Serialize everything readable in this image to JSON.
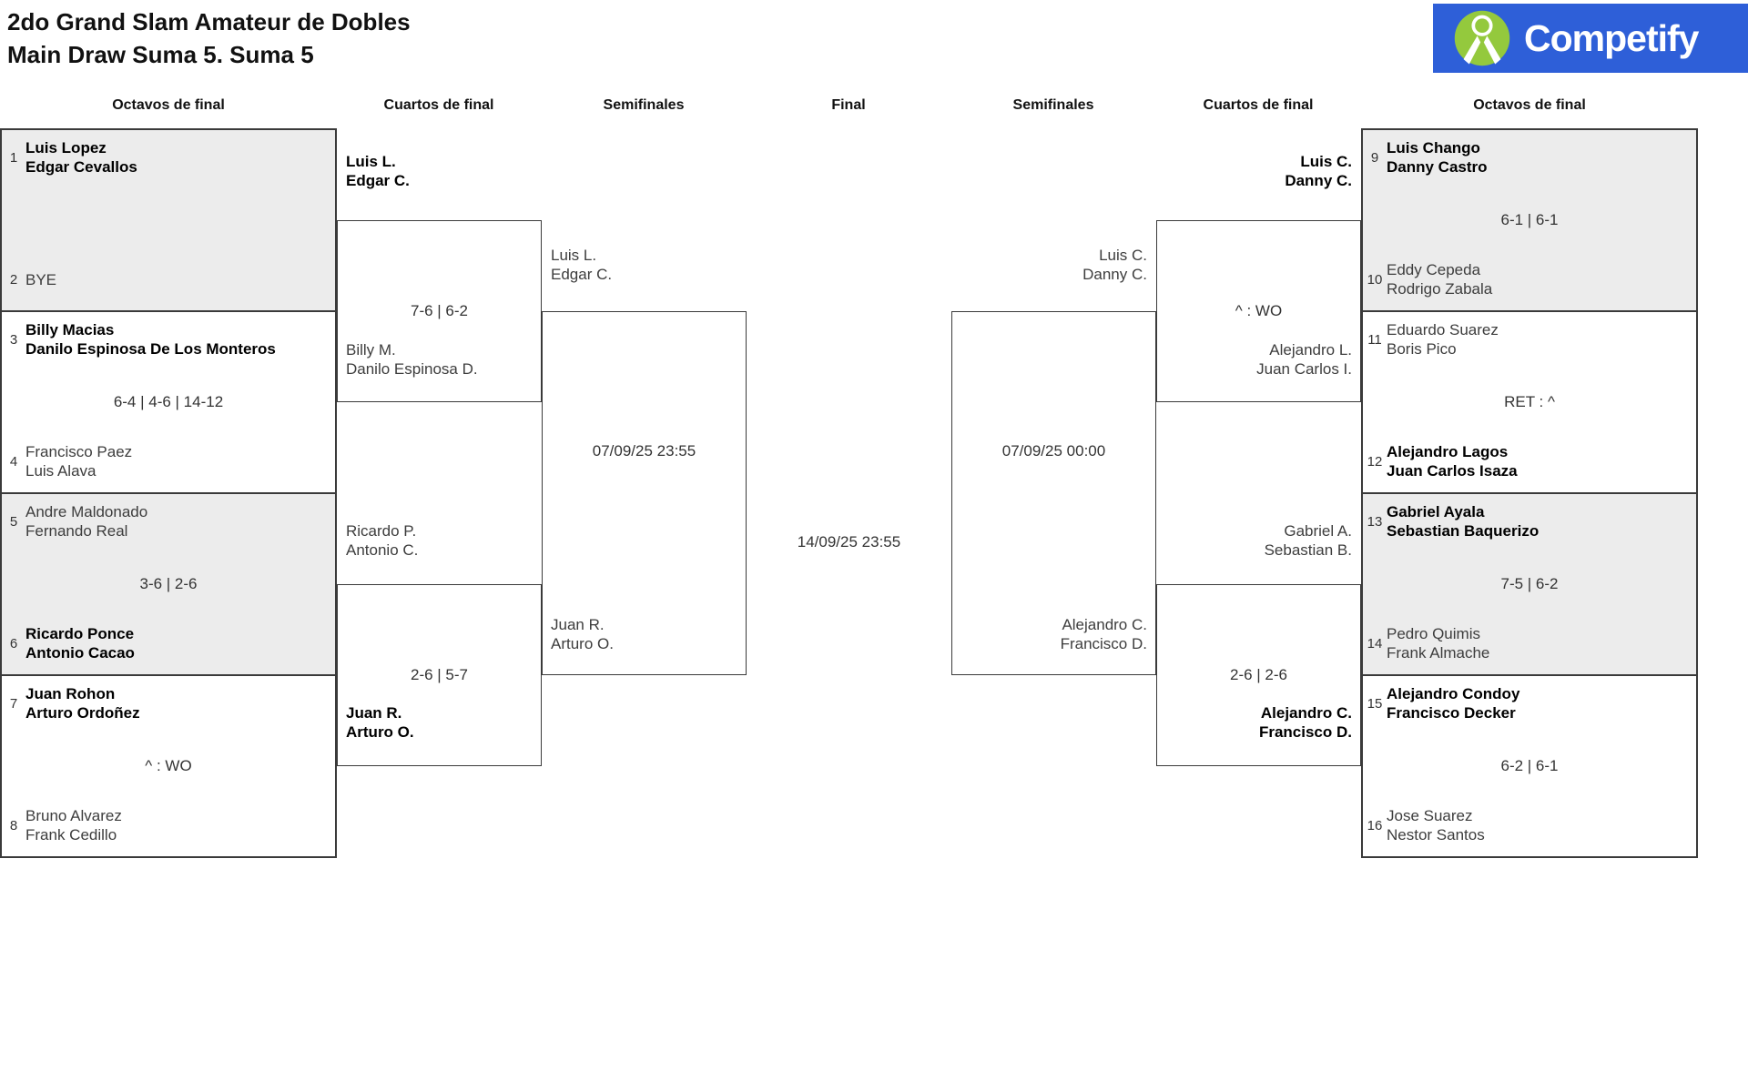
{
  "title": {
    "line1": "2do Grand Slam Amateur de Dobles",
    "line2": "Main Draw Suma 5. Suma 5"
  },
  "logo": {
    "text": "Competify",
    "bg_color": "#2e5fd8",
    "icon_green": "#94c93d"
  },
  "rounds": [
    "Octavos de final",
    "Cuartos de final",
    "Semifinales",
    "Final",
    "Semifinales",
    "Cuartos de final",
    "Octavos de final"
  ],
  "r16": [
    {
      "score": "",
      "team1": {
        "seed": "1",
        "name": "Luis Lopez\nEdgar Cevallos",
        "winner": true
      },
      "team2": {
        "seed": "2",
        "name": "BYE",
        "winner": false
      }
    },
    {
      "score": "6-4 | 4-6 | 14-12",
      "team1": {
        "seed": "3",
        "name": "Billy Macias\nDanilo Espinosa De Los Monteros",
        "winner": true
      },
      "team2": {
        "seed": "4",
        "name": "Francisco Paez\nLuis Alava",
        "winner": false
      }
    },
    {
      "score": "3-6 | 2-6",
      "team1": {
        "seed": "5",
        "name": "Andre Maldonado\nFernando Real",
        "winner": false
      },
      "team2": {
        "seed": "6",
        "name": "Ricardo Ponce\nAntonio Cacao",
        "winner": true
      }
    },
    {
      "score": "^ : WO",
      "team1": {
        "seed": "7",
        "name": "Juan Rohon\nArturo Ordoñez",
        "winner": true
      },
      "team2": {
        "seed": "8",
        "name": "Bruno Alvarez\nFrank Cedillo",
        "winner": false
      }
    },
    {
      "score": "6-1 | 6-1",
      "team1": {
        "seed": "9",
        "name": "Luis Chango\nDanny Castro",
        "winner": true
      },
      "team2": {
        "seed": "10",
        "name": "Eddy Cepeda\nRodrigo Zabala",
        "winner": false
      }
    },
    {
      "score": "RET : ^",
      "team1": {
        "seed": "11",
        "name": "Eduardo Suarez\nBoris Pico",
        "winner": false
      },
      "team2": {
        "seed": "12",
        "name": "Alejandro Lagos\nJuan Carlos Isaza",
        "winner": true
      }
    },
    {
      "score": "7-5 | 6-2",
      "team1": {
        "seed": "13",
        "name": "Gabriel Ayala\nSebastian Baquerizo",
        "winner": true
      },
      "team2": {
        "seed": "14",
        "name": "Pedro Quimis\nFrank Almache",
        "winner": false
      }
    },
    {
      "score": "6-2 | 6-1",
      "team1": {
        "seed": "15",
        "name": "Alejandro Condoy\nFrancisco Decker",
        "winner": true
      },
      "team2": {
        "seed": "16",
        "name": "Jose Suarez\nNestor Santos",
        "winner": false
      }
    }
  ],
  "quarterfinals": [
    {
      "score": "7-6 | 6-2",
      "top": {
        "name": "Luis L.\nEdgar C.",
        "winner": true
      },
      "bottom": {
        "name": "Billy M.\nDanilo Espinosa D.",
        "winner": false
      }
    },
    {
      "score": "2-6 | 5-7",
      "top": {
        "name": "Ricardo P.\nAntonio C.",
        "winner": false
      },
      "bottom": {
        "name": "Juan R.\nArturo O.",
        "winner": true
      }
    },
    {
      "score": "^ : WO",
      "top": {
        "name": "Luis C.\nDanny C.",
        "winner": true
      },
      "bottom": {
        "name": "Alejandro L.\nJuan Carlos I.",
        "winner": false
      }
    },
    {
      "score": "2-6 | 2-6",
      "top": {
        "name": "Gabriel A.\nSebastian B.",
        "winner": false
      },
      "bottom": {
        "name": "Alejandro C.\nFrancisco D.",
        "winner": true
      }
    }
  ],
  "semifinals": [
    {
      "date": "07/09/25 23:55",
      "top": {
        "name": "Luis L.\nEdgar C."
      },
      "bottom": {
        "name": "Juan R.\nArturo O."
      }
    },
    {
      "date": "07/09/25 00:00",
      "top": {
        "name": "Luis C.\nDanny C."
      },
      "bottom": {
        "name": "Alejandro C.\nFrancisco D."
      }
    }
  ],
  "final": {
    "date": "14/09/25 23:55"
  }
}
